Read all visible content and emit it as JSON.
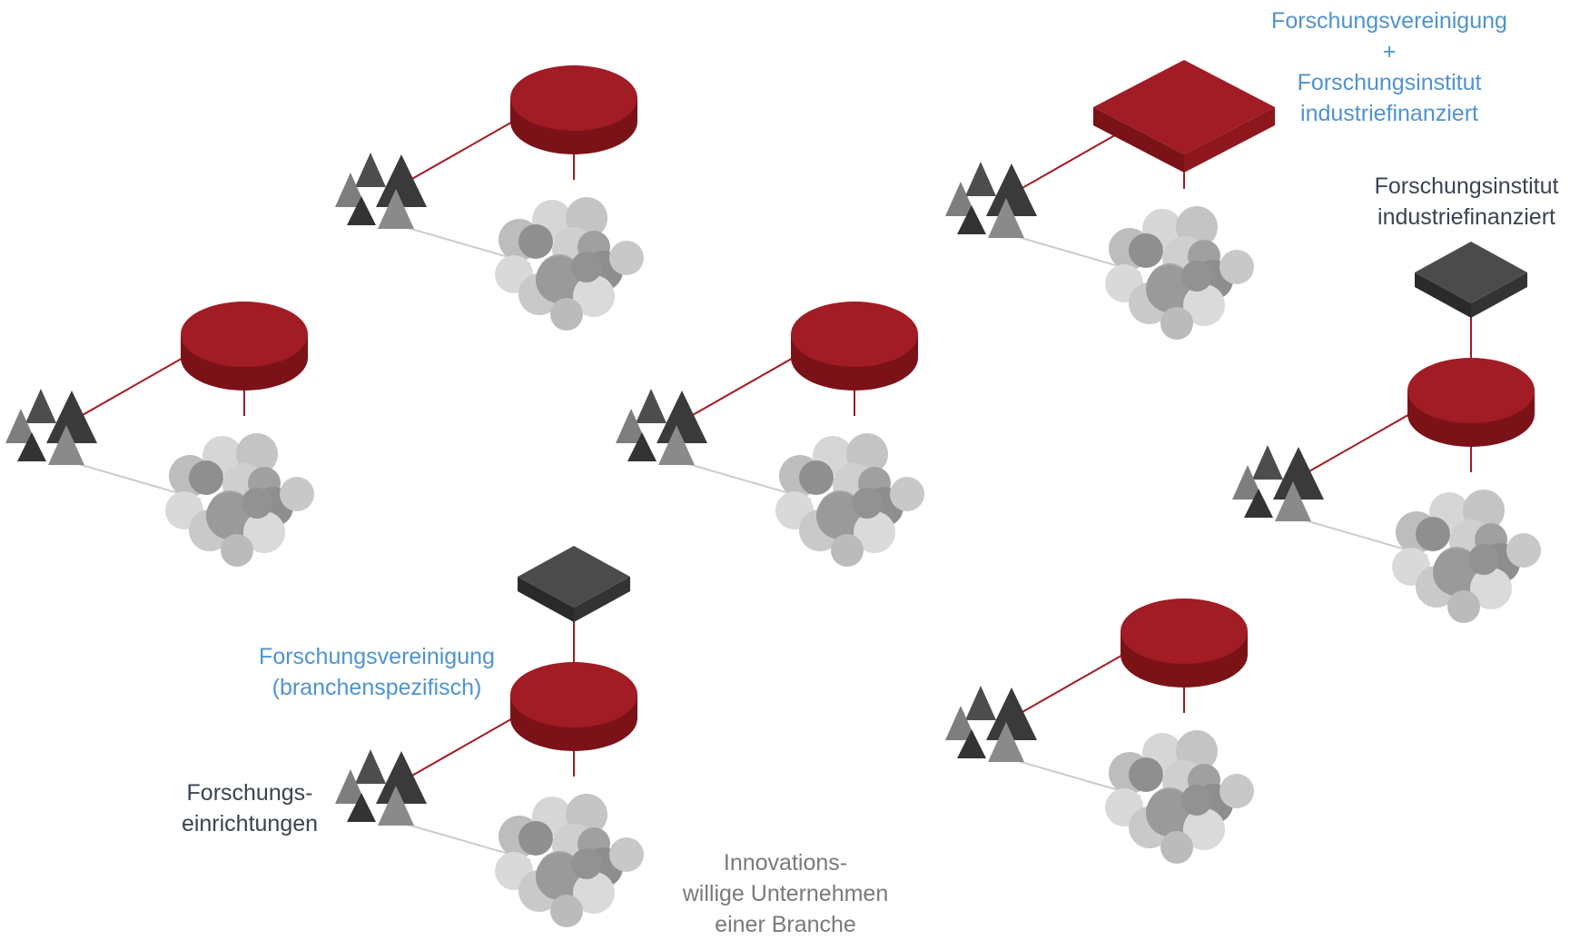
{
  "labels": {
    "top_right_title_1": "Forschungsvereinigung",
    "top_right_plus": "+",
    "top_right_title_2": "Forschungsinstitut",
    "top_right_title_3": "industriefinanziert",
    "right_inst_1": "Forschungsinstitut",
    "right_inst_2": "industriefinanziert",
    "fv_1": "Forschungsvereinigung",
    "fv_2": "(branchenspezifisch)",
    "fe_1": "Forschungs-",
    "fe_2": "einrichtungen",
    "iu_1": "Innovations-",
    "iu_2": "willige Unternehmen",
    "iu_3": "einer Branche"
  },
  "colors": {
    "red": "#a11c24",
    "red_dark": "#7b1218",
    "dark_box": "#3c3c3c",
    "blue_text": "#4f93cf",
    "dark_text": "#3a4350",
    "grey_text": "#7a7a7a"
  },
  "nodes": [
    {
      "kind": "disc"
    },
    {
      "kind": "disc"
    },
    {
      "kind": "disc"
    },
    {
      "kind": "square-disc"
    },
    {
      "kind": "box-disc"
    },
    {
      "kind": "box-disc"
    },
    {
      "kind": "disc"
    }
  ]
}
